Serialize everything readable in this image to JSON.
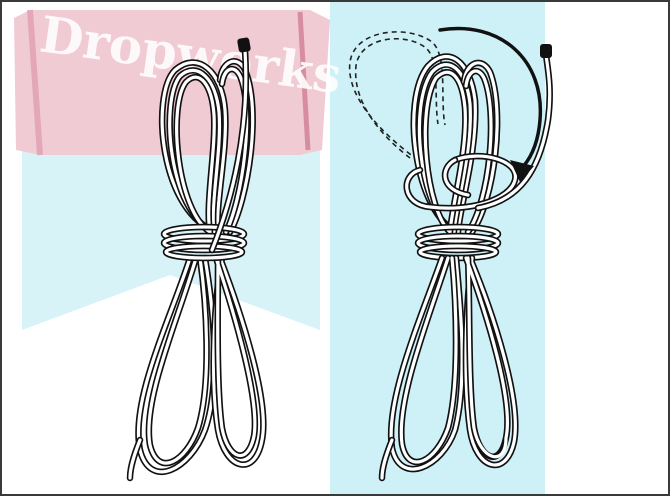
{
  "watermark": {
    "text": "Dropworks",
    "icon": "book-logo",
    "colors": {
      "cyan": "#c8eff6",
      "pink": "#ecc3cd",
      "magenta": "#d78da1"
    }
  },
  "illustration": {
    "panels": [
      {
        "id": "step-coiled-rope",
        "icon": "coiled-rope"
      },
      {
        "id": "step-tie-off",
        "icon": "coiled-rope-with-wrap-arrow"
      }
    ],
    "colors": {
      "rope_outline": "#111111",
      "rope_fill": "#ffffff",
      "frame": "#3a3a3a"
    }
  }
}
